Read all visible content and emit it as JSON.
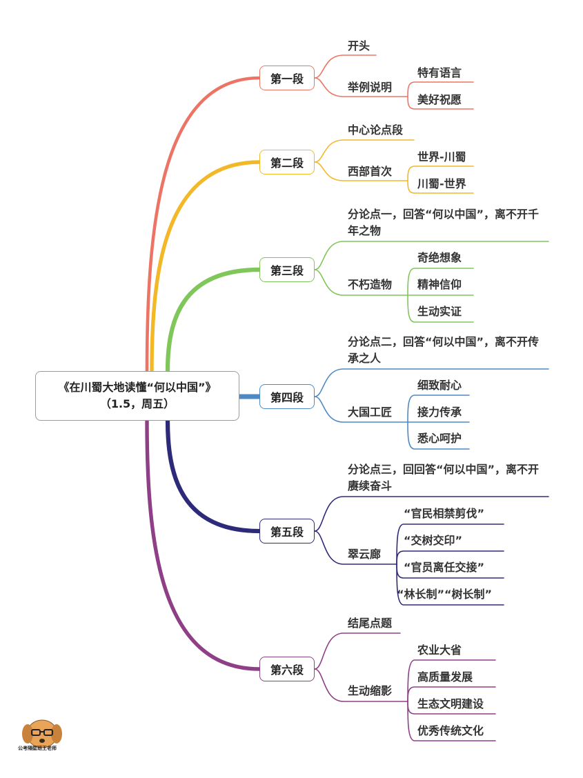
{
  "root": {
    "title": "《在川蜀大地读懂“何以中国”》",
    "subtitle": "（1.5，周五）"
  },
  "colors": {
    "s1": "#ec7465",
    "s2": "#f2b827",
    "s3": "#7fc65b",
    "s4": "#4d8ac4",
    "s5": "#2e2a7a",
    "s6": "#8e3f86"
  },
  "sections": [
    {
      "name": "第一段",
      "items": [
        {
          "label": "开头"
        },
        {
          "label": "举例说明",
          "children": [
            "特有语言",
            "美好祝愿"
          ]
        }
      ]
    },
    {
      "name": "第二段",
      "items": [
        {
          "label": "中心论点段"
        },
        {
          "label": "西部首次",
          "children": [
            "世界-川蜀",
            "川蜀-世界"
          ]
        }
      ]
    },
    {
      "name": "第三段",
      "items": [
        {
          "label": "分论点一，回答“何以中国”，离不开千年之物"
        },
        {
          "label": "不朽造物",
          "children": [
            "奇绝想象",
            "精神信仰",
            "生动实证"
          ]
        }
      ]
    },
    {
      "name": "第四段",
      "items": [
        {
          "label": "分论点二，回答“何以中国”，离不开传承之人"
        },
        {
          "label": "大国工匠",
          "children": [
            "细致耐心",
            "接力传承",
            "悉心呵护"
          ]
        }
      ]
    },
    {
      "name": "第五段",
      "items": [
        {
          "label": "分论点三，回回答“何以中国”，离不开赓续奋斗"
        },
        {
          "label": "翠云廊",
          "children": [
            "“官民相禁剪伐”",
            "“交树交印”",
            "“官员离任交接”",
            "“林长制”“树长制”"
          ]
        }
      ]
    },
    {
      "name": "第六段",
      "items": [
        {
          "label": "结尾点题"
        },
        {
          "label": "生动缩影",
          "children": [
            "农业大省",
            "高质量发展",
            "生态文明建设",
            "优秀传统文化"
          ]
        }
      ]
    }
  ],
  "watermark": "公考隔壁班王老师"
}
